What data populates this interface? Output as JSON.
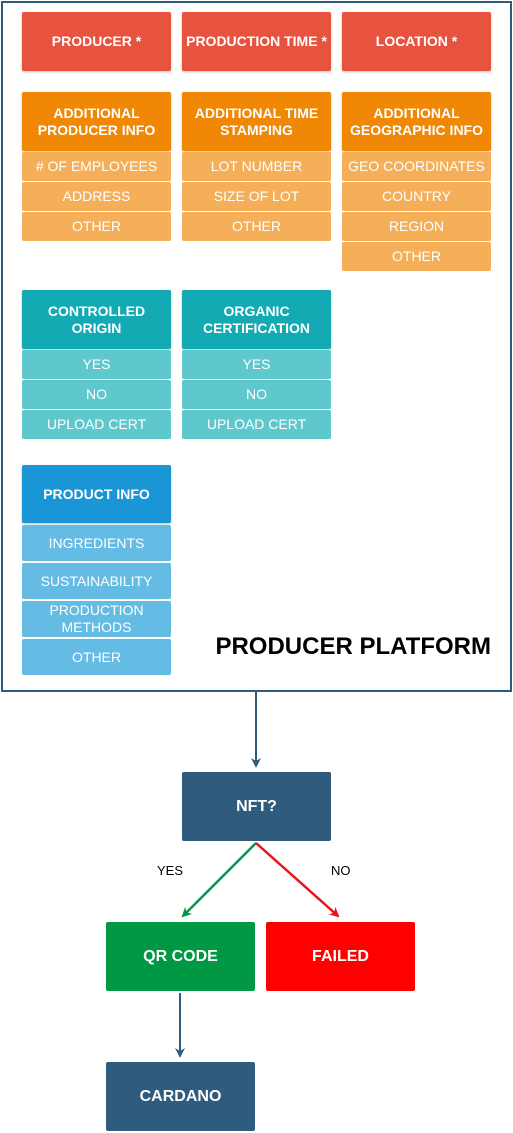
{
  "platform": {
    "title": "PRODUCER PLATFORM",
    "required": [
      "PRODUCER *",
      "PRODUCTION TIME *",
      "LOCATION *"
    ],
    "groups": [
      {
        "header": "ADDITIONAL PRODUCER INFO",
        "items": [
          "# OF EMPLOYEES",
          "ADDRESS",
          "OTHER"
        ]
      },
      {
        "header": "ADDITIONAL TIME STAMPING",
        "items": [
          "LOT NUMBER",
          "SIZE OF LOT",
          "OTHER"
        ]
      },
      {
        "header": "ADDITIONAL GEOGRAPHIC INFO",
        "items": [
          "GEO COORDINATES",
          "COUNTRY",
          "REGION",
          "OTHER"
        ]
      },
      {
        "header": "CONTROLLED ORIGIN",
        "items": [
          "YES",
          "NO",
          "UPLOAD CERT"
        ]
      },
      {
        "header": "ORGANIC CERTIFICATION",
        "items": [
          "YES",
          "NO",
          "UPLOAD CERT"
        ]
      },
      {
        "header": "PRODUCT INFO",
        "items": [
          "INGREDIENTS",
          "SUSTAINABILITY",
          "PRODUCTION METHODS",
          "OTHER"
        ]
      }
    ]
  },
  "flow": {
    "decision": "NFT?",
    "yes_label": "YES",
    "no_label": "NO",
    "qr": "QR CODE",
    "failed": "FAILED",
    "cardano": "CARDANO"
  },
  "colors": {
    "required": "#e8533f",
    "producer_group": "#f08705",
    "origin_group": "#13aab4",
    "product_group": "#1a95d5",
    "navy": "#2f5b7c",
    "yes_arrow": "#009745",
    "no_arrow": "#e81416"
  }
}
